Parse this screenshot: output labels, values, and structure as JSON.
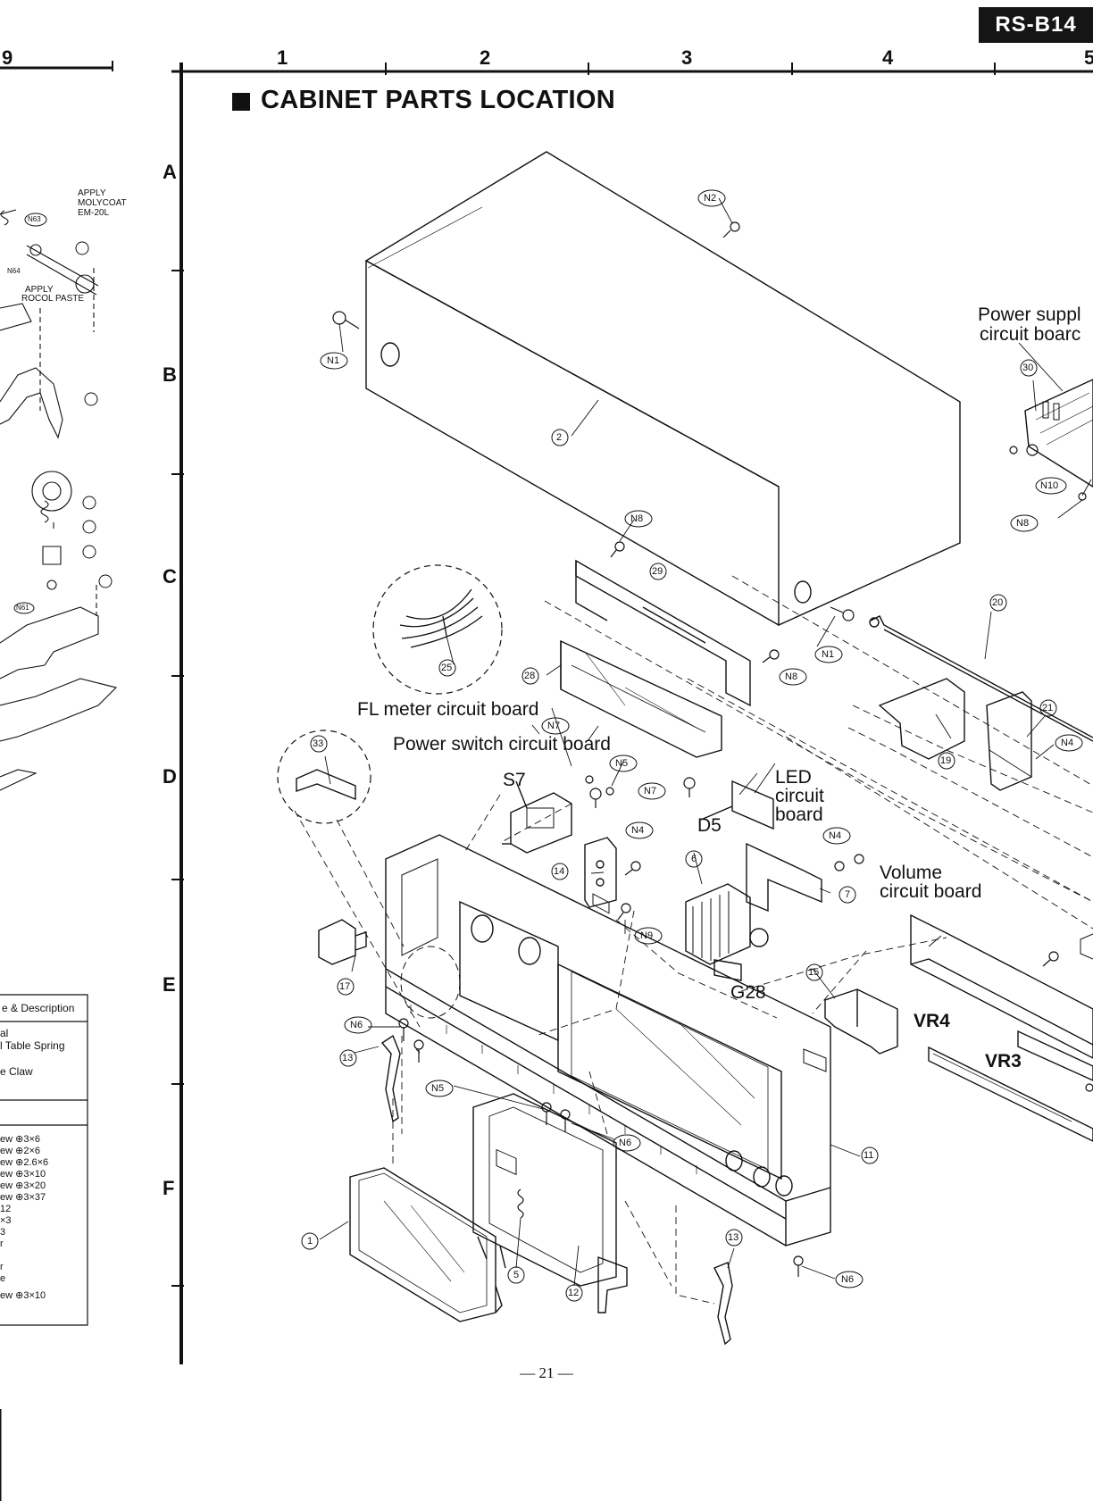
{
  "header": {
    "model": "RS-B14",
    "title": "CABINET PARTS LOCATION",
    "prev_page_column": "9",
    "columns": [
      "1",
      "2",
      "3",
      "4",
      "5"
    ],
    "rows": [
      "A",
      "B",
      "C",
      "D",
      "E",
      "F"
    ]
  },
  "labels": {
    "power_supply_board": [
      "Power suppl",
      "circuit boarc"
    ],
    "fl_meter_board": "FL meter circuit board",
    "power_switch_board": "Power switch circuit board",
    "led_board": [
      "LED",
      "circuit",
      "board"
    ],
    "volume_board": [
      "Volume",
      "circuit board"
    ],
    "s7": "S7",
    "d5": "D5",
    "g28": "G28",
    "vr4": "VR4",
    "vr3": "VR3"
  },
  "part_numbers": [
    "2",
    "29",
    "28",
    "25",
    "33",
    "30",
    "20",
    "21",
    "19",
    "14",
    "6",
    "7",
    "15",
    "17",
    "13",
    "11",
    "1",
    "5",
    "12",
    "13"
  ],
  "screw_labels": [
    "N2",
    "N1",
    "N1",
    "N8",
    "N8",
    "N10",
    "N8",
    "N7",
    "N5",
    "N7",
    "N4",
    "N4",
    "N4",
    "N9",
    "N6",
    "N5",
    "N6",
    "N6"
  ],
  "left_page": {
    "notes": [
      "APPLY",
      "MOLYCOAT",
      "EM-20L",
      "APPLY",
      "ROCOL PASTE"
    ],
    "callouts": [
      "N63",
      "N64",
      "N61"
    ],
    "table_header": "e & Description",
    "table_rows_top": [
      "al",
      "l Table Spring",
      "e Claw"
    ],
    "table_rows_bottom": [
      "ew ⊕3×6",
      "ew ⊕2×6",
      "ew ⊕2.6×6",
      "ew ⊕3×10",
      "ew ⊕3×20",
      "ew ⊕3×37",
      "12",
      "×3",
      "3",
      "r",
      "r",
      "e",
      "ew ⊕3×10"
    ]
  },
  "footer": {
    "page": "— 21 —"
  }
}
